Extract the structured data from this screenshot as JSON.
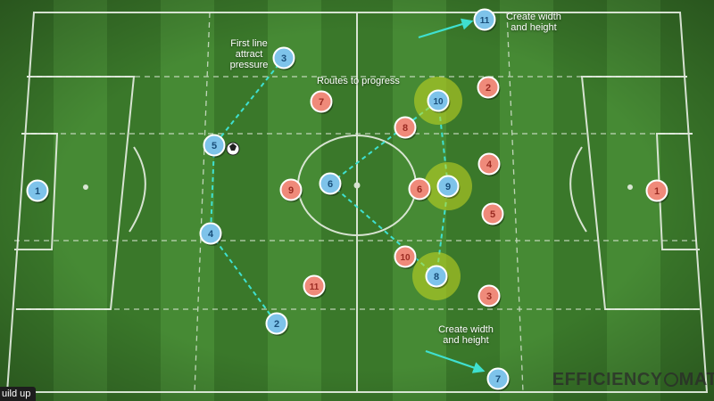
{
  "colors": {
    "grass_dark": "#3a7a2a",
    "grass_light": "#4a8c35",
    "line": "#e8efe4",
    "blue_fill": "#7ec3ea",
    "blue_num": "#1a4f7a",
    "red_fill": "#ef8a7a",
    "red_num": "#9a2b22",
    "pass_line": "#3fe0d0",
    "highlight": "#c8d820",
    "arrow": "#3fe0d0"
  },
  "annotations": {
    "first_line_1": "First line",
    "first_line_2": "attract",
    "first_line_3": "pressure",
    "routes": "Routes to progress",
    "width_top_1": "Create width",
    "width_top_2": "and height",
    "width_bottom_1": "Create width",
    "width_bottom_2": "and height"
  },
  "corner_tag": "uild up",
  "brand": {
    "part1": "EFFICIENCY",
    "part2": "MAT"
  },
  "blue_players": [
    {
      "id": "b1",
      "number": "1"
    },
    {
      "id": "b2",
      "number": "2"
    },
    {
      "id": "b3",
      "number": "3"
    },
    {
      "id": "b4",
      "number": "4"
    },
    {
      "id": "b5",
      "number": "5"
    },
    {
      "id": "b6",
      "number": "6"
    },
    {
      "id": "b7",
      "number": "7"
    },
    {
      "id": "b8",
      "number": "8"
    },
    {
      "id": "b9",
      "number": "9"
    },
    {
      "id": "b10",
      "number": "10"
    },
    {
      "id": "b11",
      "number": "11"
    }
  ],
  "red_players": [
    {
      "id": "r1",
      "number": "1"
    },
    {
      "id": "r2",
      "number": "2"
    },
    {
      "id": "r3",
      "number": "3"
    },
    {
      "id": "r4",
      "number": "4"
    },
    {
      "id": "r5",
      "number": "5"
    },
    {
      "id": "r6",
      "number": "6"
    },
    {
      "id": "r7",
      "number": "7"
    },
    {
      "id": "r8",
      "number": "8"
    },
    {
      "id": "r9",
      "number": "9"
    },
    {
      "id": "r10",
      "number": "10"
    },
    {
      "id": "r11",
      "number": "11"
    }
  ],
  "highlighted": [
    "b8",
    "b9",
    "b10"
  ],
  "ball_holder": "b5"
}
